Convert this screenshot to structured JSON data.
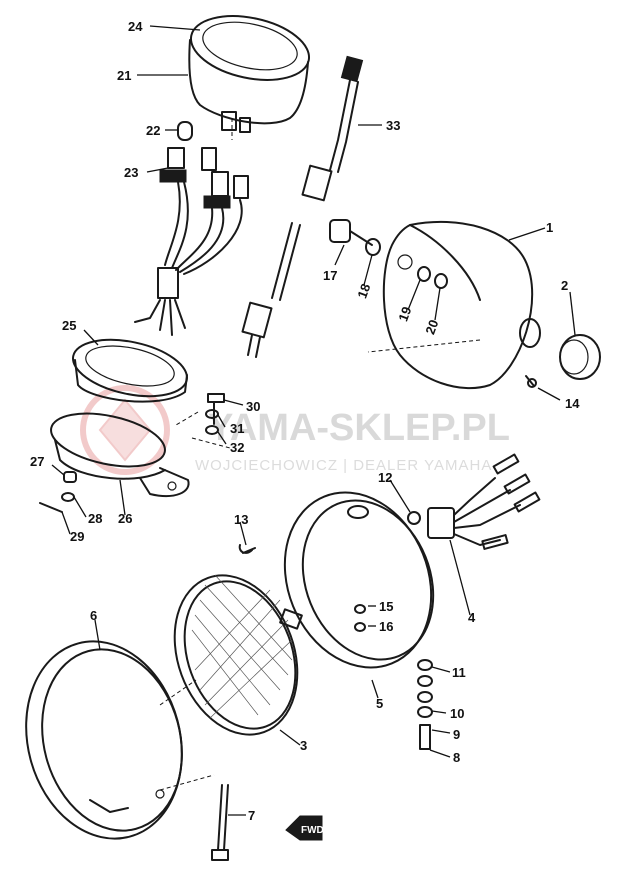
{
  "watermark": {
    "title": "YAMA-SKLEP.PL",
    "subtitle": "WOJCIECHOWICZ | DEALER YAMAHA",
    "logo_color": "#e8a0a0"
  },
  "direction_marker": {
    "text": "FWD"
  },
  "parts": [
    {
      "ref": "1"
    },
    {
      "ref": "2"
    },
    {
      "ref": "3"
    },
    {
      "ref": "4"
    },
    {
      "ref": "5"
    },
    {
      "ref": "6"
    },
    {
      "ref": "7"
    },
    {
      "ref": "8"
    },
    {
      "ref": "9"
    },
    {
      "ref": "10"
    },
    {
      "ref": "11"
    },
    {
      "ref": "12"
    },
    {
      "ref": "13"
    },
    {
      "ref": "14"
    },
    {
      "ref": "15"
    },
    {
      "ref": "16"
    },
    {
      "ref": "17"
    },
    {
      "ref": "18"
    },
    {
      "ref": "19"
    },
    {
      "ref": "20"
    },
    {
      "ref": "21"
    },
    {
      "ref": "22"
    },
    {
      "ref": "23"
    },
    {
      "ref": "24"
    },
    {
      "ref": "25"
    },
    {
      "ref": "26"
    },
    {
      "ref": "27"
    },
    {
      "ref": "28"
    },
    {
      "ref": "29"
    },
    {
      "ref": "30"
    },
    {
      "ref": "31"
    },
    {
      "ref": "32"
    },
    {
      "ref": "33"
    }
  ]
}
